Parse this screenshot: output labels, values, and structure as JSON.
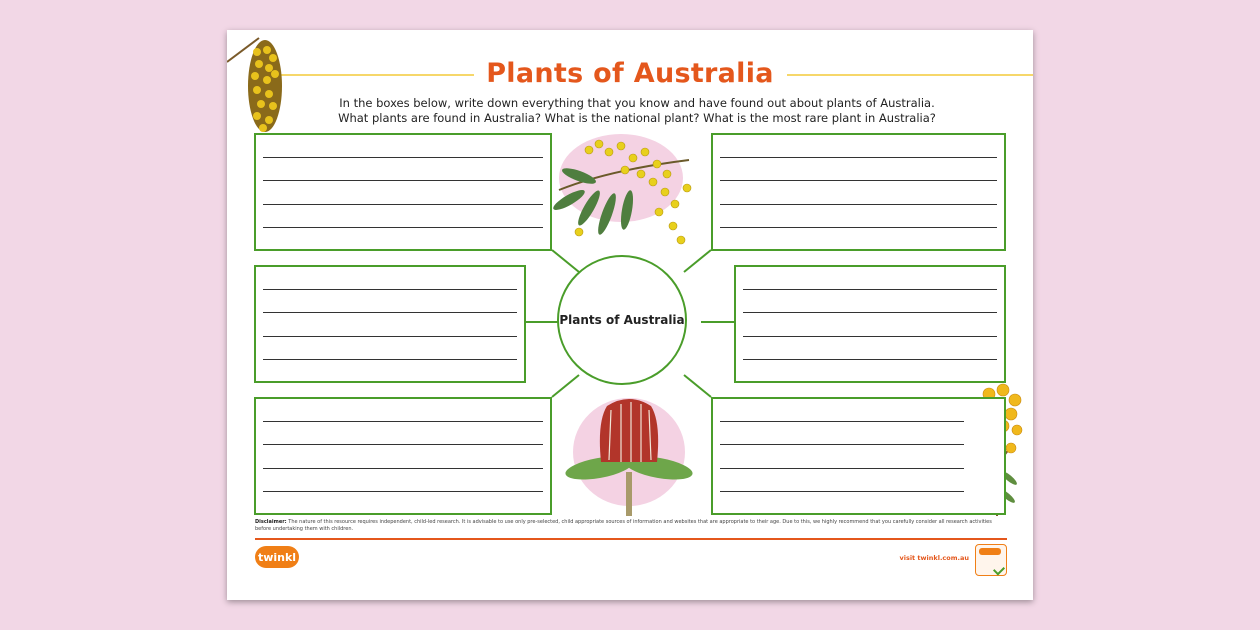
{
  "worksheet": {
    "title": "Plants of Australia",
    "intro_line1": "In the boxes below, write down everything that you know and have found out about plants of Australia.",
    "intro_line2": "What plants are found in Australia? What is the national plant? What is the most rare plant in Australia?",
    "hub_label": "Plants of Australia",
    "disclaimer_heading": "Disclaimer:",
    "disclaimer_text": "The nature of this resource requires independent, child-led research. It is advisable to use only pre-selected, child appropriate sources of information and websites that are appropriate to their age. Due to this, we highly recommend that you carefully consider all research activities before undertaking them with children.",
    "footer_visit": "visit twinkl.com.au",
    "logo_text": "twinkl"
  },
  "colors": {
    "title": "#e4571c",
    "box_border": "#4a9d2a",
    "title_rule": "#f6d76a",
    "background": "#f2d7e6"
  },
  "icons": [
    "banksia-sprig-illustration",
    "wattle-flower-illustration",
    "waratah-flower-illustration",
    "golden-wattle-bush-illustration",
    "twinkl-logo",
    "quality-badge-icon"
  ]
}
